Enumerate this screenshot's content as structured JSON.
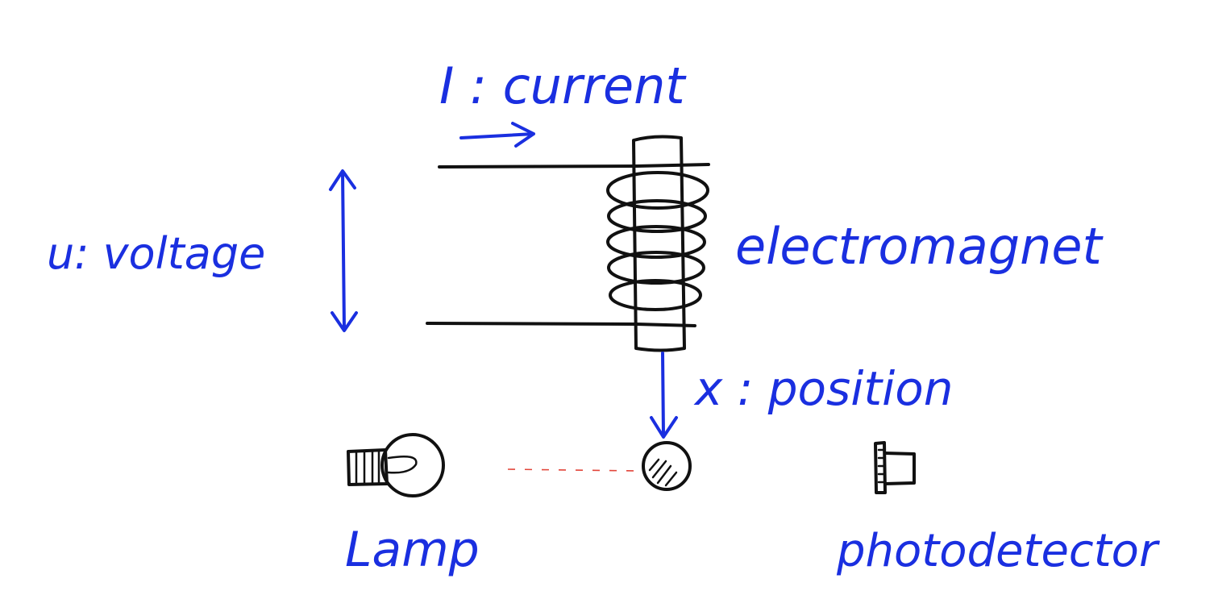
{
  "labels": {
    "current": "I : current",
    "voltage": "u: voltage",
    "electromagnet": "electromagnet",
    "position": "x : position",
    "lamp": "Lamp",
    "photodetector": "photodetector"
  },
  "colors": {
    "blue_ink": "#1a2fe0",
    "black_ink": "#111111",
    "light_beam": "#e2453a",
    "background": "#ffffff"
  },
  "components": [
    "electromagnet",
    "lamp",
    "ball",
    "photodetector",
    "wires",
    "light-beam"
  ]
}
